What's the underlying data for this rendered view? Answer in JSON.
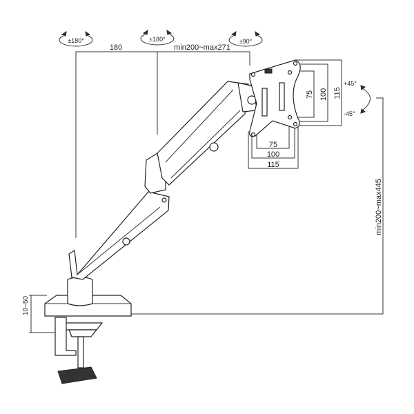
{
  "rotations": {
    "base_swivel": "±180°",
    "elbow_swivel": "±180°",
    "head_swivel": "±90°",
    "tilt_up": "+45°",
    "tilt_down": "-45°"
  },
  "dimensions": {
    "lower_arm": "180",
    "upper_arm": "min200~max271",
    "height": "min200~max445",
    "clamp_range": "10~50",
    "vesa_h": [
      "75",
      "100",
      "115"
    ],
    "vesa_v": [
      "75",
      "100",
      "115"
    ]
  }
}
